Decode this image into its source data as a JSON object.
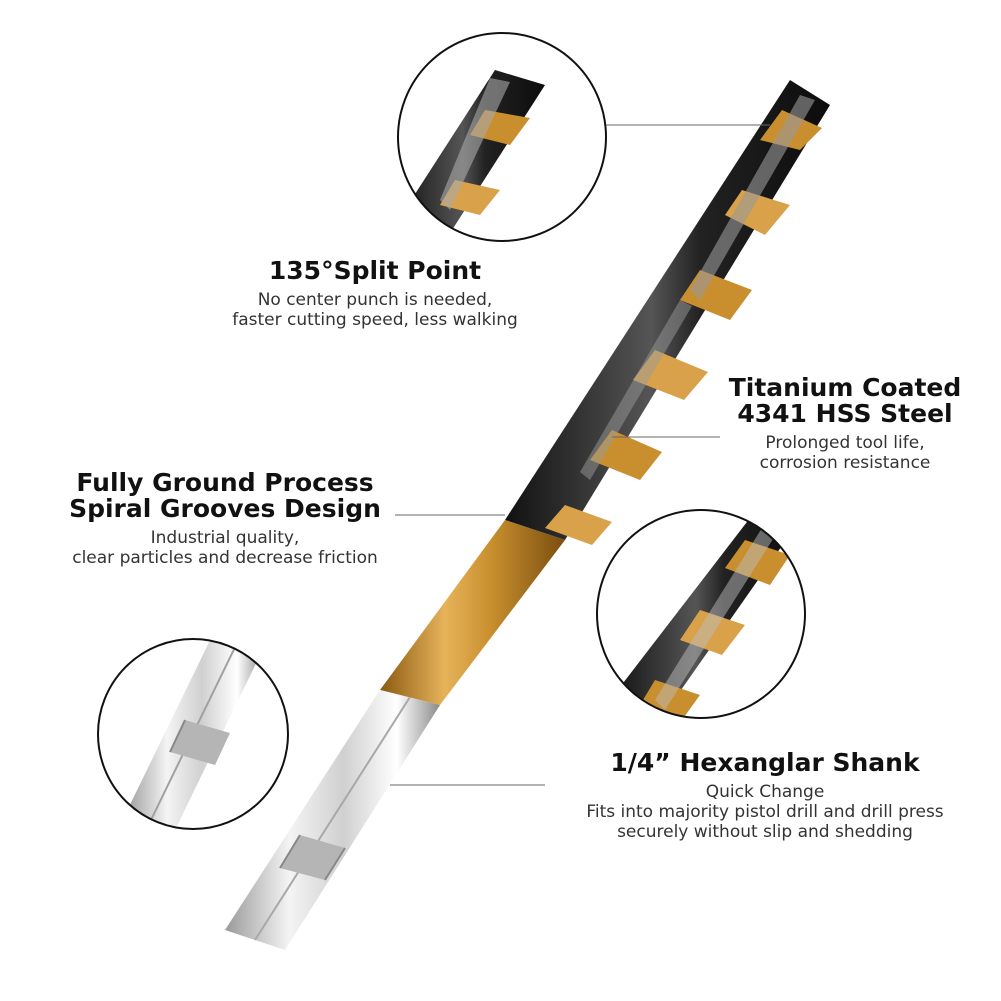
{
  "features": {
    "split_point": {
      "title": "135°Split Point",
      "lines": [
        "No center punch is needed,",
        "faster cutting speed, less walking"
      ]
    },
    "titanium": {
      "title_line1": "Titanium Coated",
      "title_line2": "4341 HSS Steel",
      "lines": [
        "Prolonged tool life,",
        "corrosion resistance"
      ]
    },
    "ground": {
      "title_line1": "Fully Ground Process",
      "title_line2": "Spiral Grooves Design",
      "lines": [
        "Industrial quality,",
        "clear particles and decrease friction"
      ]
    },
    "shank": {
      "title": "1/4” Hexanglar Shank",
      "lines": [
        "Quick Change",
        "Fits into majority pistol drill and drill press",
        "securely without slip and shedding"
      ]
    }
  },
  "colors": {
    "gold": "#c98f2e",
    "steel_dark": "#2b2b2b",
    "silver": "#d9d9d9"
  },
  "icons": [
    "drill-bit",
    "split-point-zoom",
    "flute-zoom",
    "hex-shank-zoom"
  ]
}
